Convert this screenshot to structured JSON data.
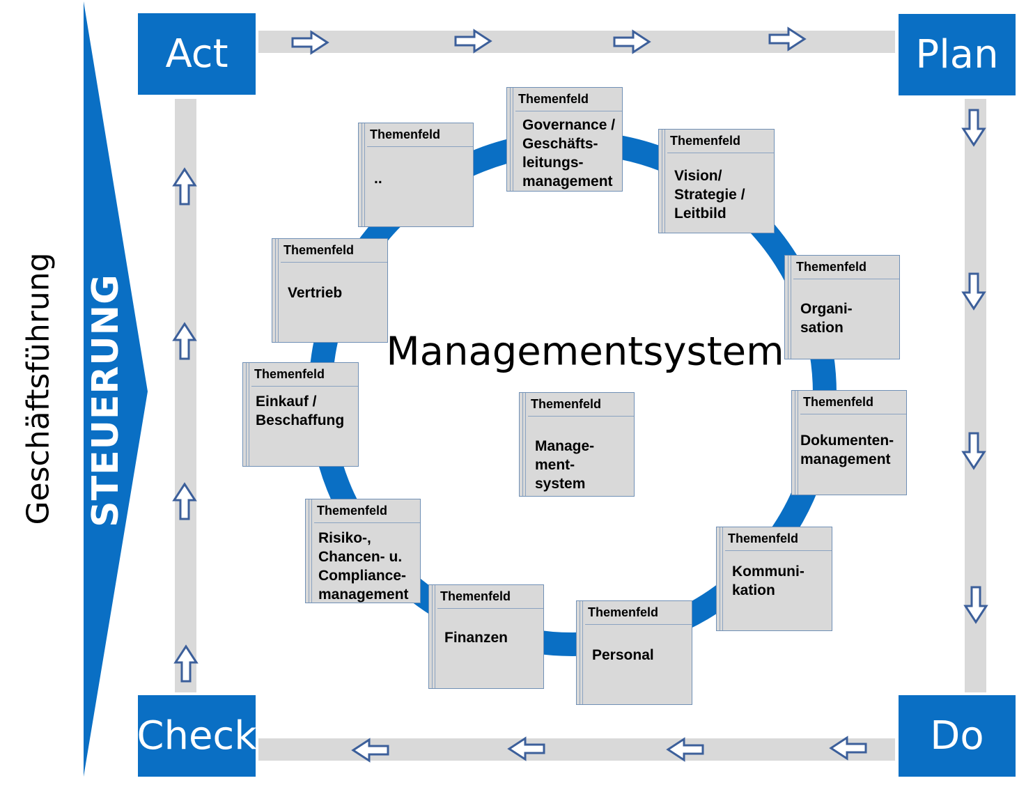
{
  "side": {
    "geschaeftsfuehrung": "Geschäftsführung",
    "steuerung": "STEUERUNG"
  },
  "pdca": {
    "act": "Act",
    "plan": "Plan",
    "check": "Check",
    "do": "Do"
  },
  "center_title": "Managementsystem",
  "card_header": "Themenfeld",
  "cards": [
    {
      "id": "governance",
      "body": "Governance /\nGeschäfts-\nleitungs-\nmanagement"
    },
    {
      "id": "vision",
      "body": "Vision/\nStrategie /\nLeitbild"
    },
    {
      "id": "organisation",
      "body": "Organi-\nsation"
    },
    {
      "id": "dokumente",
      "body": "Dokumenten-\nmanagement"
    },
    {
      "id": "kommunikation",
      "body": "Kommuni-\nkation"
    },
    {
      "id": "personal",
      "body": "Personal"
    },
    {
      "id": "finanzen",
      "body": "Finanzen"
    },
    {
      "id": "risiko",
      "body": "Risiko-,\nChancen- u.\nCompliance-\nmanagement"
    },
    {
      "id": "einkauf",
      "body": "Einkauf /\nBeschaffung"
    },
    {
      "id": "vertrieb",
      "body": "Vertrieb"
    },
    {
      "id": "dots",
      "body": ".."
    },
    {
      "id": "managementsystem",
      "body": "Manage-\nment-\nsystem"
    }
  ],
  "colors": {
    "blue": "#0a6fc4",
    "track": "#d9d9d9",
    "arrow_outline": "#3c5f9a",
    "card_fill": "#d9d9d9"
  },
  "icons": {
    "flow_arrow": "hollow-block-arrow-icon"
  }
}
